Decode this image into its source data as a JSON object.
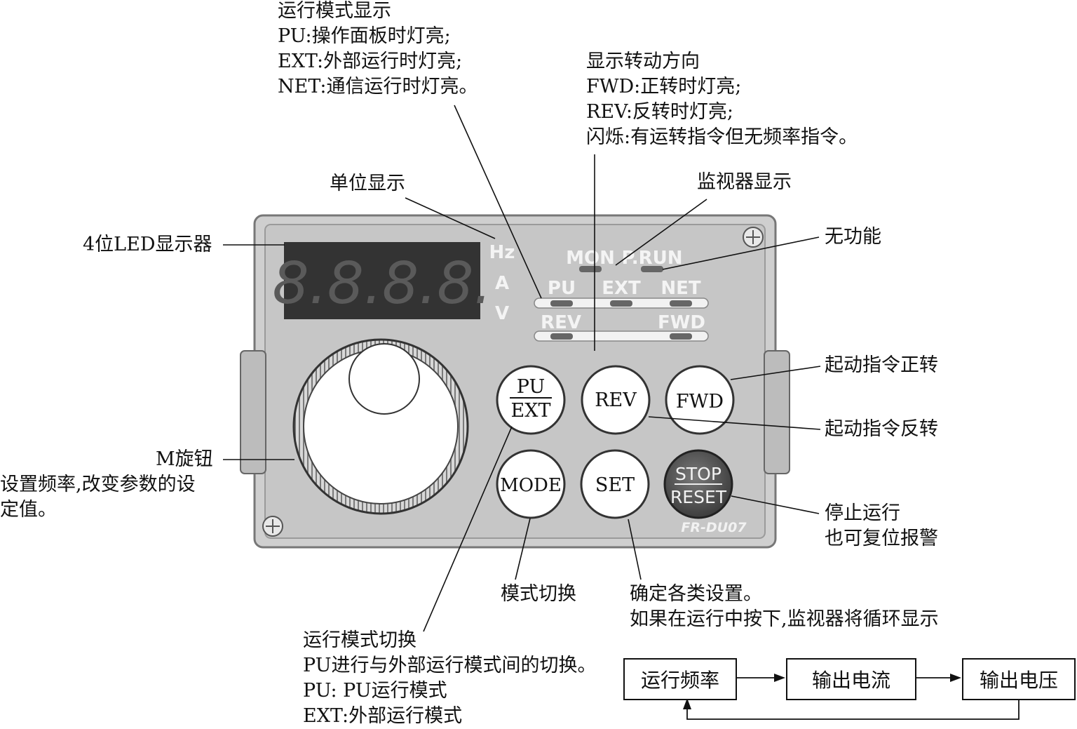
{
  "panel": {
    "led_digits": "8.8.8.8.",
    "units": [
      "Hz",
      "A",
      "V"
    ],
    "indicators": {
      "mon": "MON",
      "prun": "P.RUN",
      "pu": "PU",
      "ext": "EXT",
      "net": "NET",
      "rev": "REV",
      "fwd": "FWD"
    },
    "buttons": {
      "pu_ext_top": "PU",
      "pu_ext_bottom": "EXT",
      "rev": "REV",
      "fwd": "FWD",
      "mode": "MODE",
      "set": "SET",
      "stop": "STOP",
      "reset": "RESET"
    },
    "model": "FR-DU07"
  },
  "annotations": {
    "run_mode_display": [
      "运行模式显示",
      "PU:操作面板时灯亮;",
      "EXT:外部运行时灯亮;",
      "NET:通信运行时灯亮。"
    ],
    "rotation_display": [
      "显示转动方向",
      "FWD:正转时灯亮;",
      "REV:反转时灯亮;",
      "闪烁:有运转指令但无频率指令。"
    ],
    "unit_display": "单位显示",
    "monitor_display": "监视器显示",
    "led_display": "4位LED显示器",
    "no_function": "无功能",
    "start_forward": "起动指令正转",
    "start_reverse": "起动指令反转",
    "m_knob": [
      "M旋钮",
      "设置频率,改变参数的设",
      "定值。"
    ],
    "stop_run": [
      "停止运行",
      "也可复位报警"
    ],
    "mode_switch": "模式切换",
    "confirm_settings": [
      "确定各类设置。",
      "如果在运行中按下,监视器将循环显示"
    ],
    "run_mode_switch": [
      "运行模式切换",
      "PU进行与外部运行模式间的切换。",
      "PU: PU运行模式",
      "EXT:外部运行模式"
    ]
  },
  "flow": [
    "运行频率",
    "输出电流",
    "输出电压"
  ]
}
